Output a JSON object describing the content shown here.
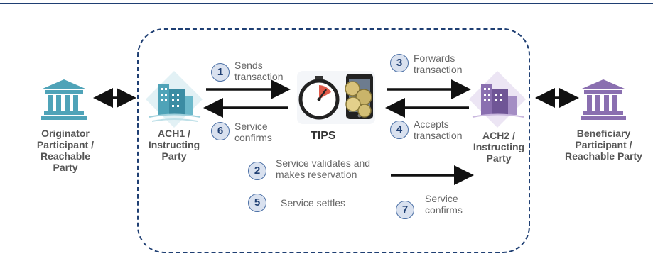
{
  "parties": {
    "originator": [
      "Originator",
      "Participant /",
      "Reachable Party"
    ],
    "ach1": [
      "ACH1 /",
      "Instructing",
      "Party"
    ],
    "ach2": [
      "ACH2 /",
      "Instructing",
      "Party"
    ],
    "beneficiary": [
      "Beneficiary",
      "Participant /",
      "Reachable Party"
    ]
  },
  "tips_label": "TIPS",
  "steps": [
    {
      "num": "1",
      "lines": [
        "Sends",
        "transaction"
      ]
    },
    {
      "num": "2",
      "lines": [
        "Service validates and",
        "makes reservation"
      ]
    },
    {
      "num": "3",
      "lines": [
        "Forwards",
        "transaction"
      ]
    },
    {
      "num": "4",
      "lines": [
        "Accepts",
        "transaction"
      ]
    },
    {
      "num": "5",
      "lines": [
        "Service settles"
      ]
    },
    {
      "num": "6",
      "lines": [
        "Service",
        "confirms"
      ]
    },
    {
      "num": "7",
      "lines": [
        "Service",
        "confirms"
      ]
    }
  ],
  "colors": {
    "frame": "#1f3f73",
    "bank_left": "#4fa3b8",
    "bank_right": "#8a6fb0",
    "step_circle": "#d9e1ef"
  },
  "icons": [
    "bank-icon",
    "building-icon",
    "stopwatch-icon",
    "phone-icon",
    "coins-icon"
  ]
}
